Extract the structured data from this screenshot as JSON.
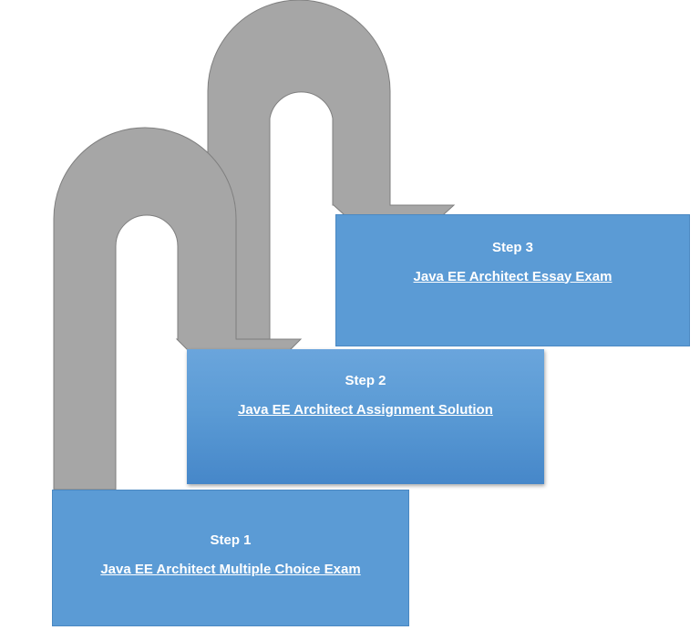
{
  "steps": [
    {
      "title": "Step 1",
      "link": "Java EE Architect Multiple Choice Exam"
    },
    {
      "title": "Step 2",
      "link": "Java EE Architect Assignment Solution"
    },
    {
      "title": "Step 3",
      "link": "Java EE Architect Essay Exam"
    }
  ],
  "colors": {
    "box_fill": "#5b9bd5",
    "arrow_fill": "#a6a6a6",
    "arrow_stroke": "#7f7f7f",
    "text": "#ffffff"
  }
}
